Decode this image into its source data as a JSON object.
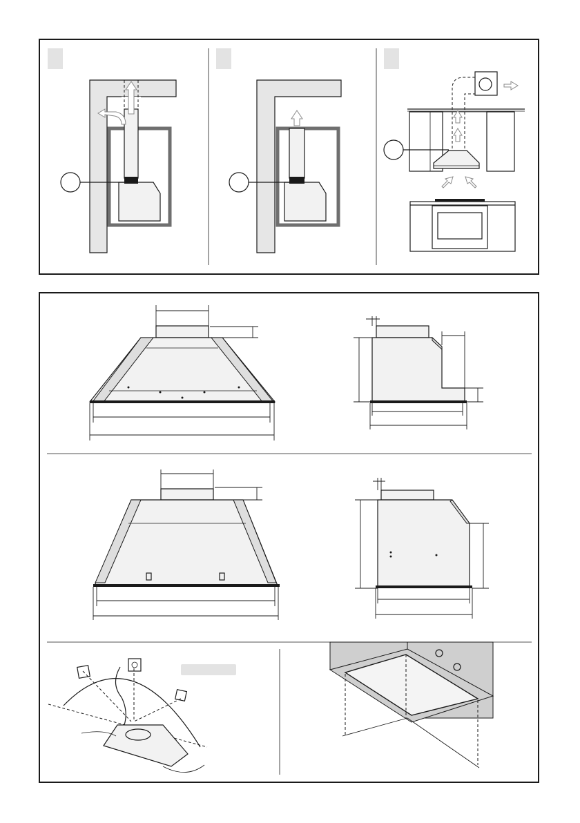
{
  "figure": {
    "top_panels": [
      {
        "id": "ducted-left",
        "step_label": ""
      },
      {
        "id": "ducted-right",
        "step_label": ""
      },
      {
        "id": "recirculation",
        "step_label": ""
      }
    ],
    "callout_labels": [
      "",
      "",
      ""
    ],
    "wall_switch_label": "",
    "colors": {
      "outline": "#1a1a1a",
      "cabinet": "#6f6f6f",
      "wall_fill": "#e6e6e6",
      "label_box": "#e3e3e3",
      "arrow": "#8a8a8a"
    }
  }
}
